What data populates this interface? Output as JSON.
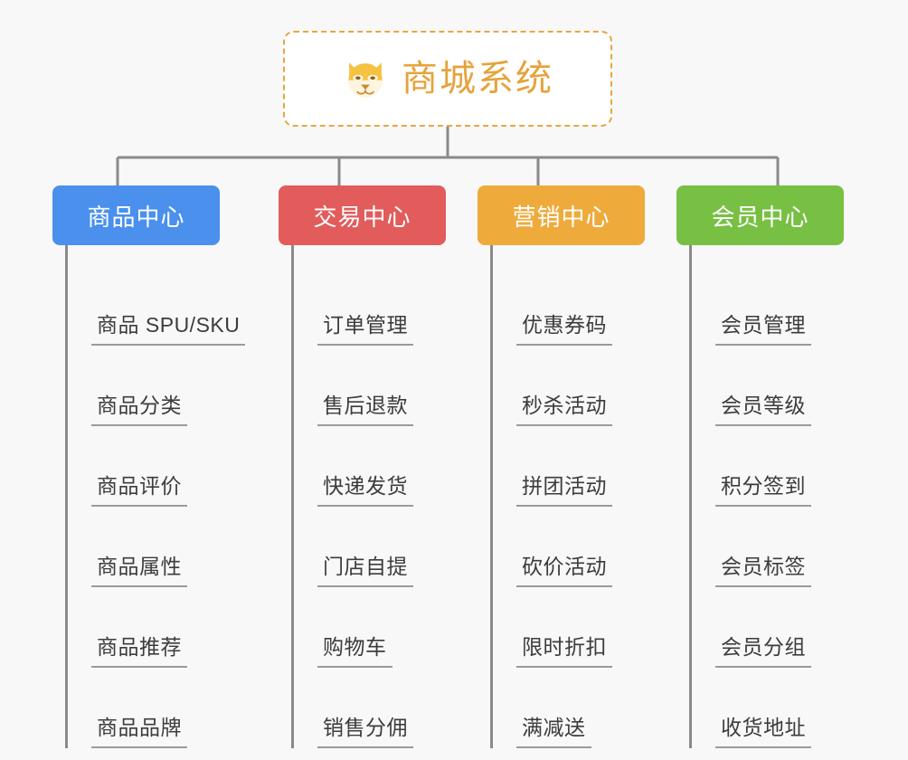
{
  "root": {
    "title": "商城系统",
    "icon": "shiba-dog-emoji",
    "border_color": "#e8a63f",
    "text_color": "#e5a33c",
    "background": "#ffffff"
  },
  "canvas": {
    "background": "#f8f8f8",
    "connector_color": "#8a8a8a"
  },
  "branches": [
    {
      "label": "商品中心",
      "color": "#4a90ec",
      "leaves": [
        "商品 SPU/SKU",
        "商品分类",
        "商品评价",
        "商品属性",
        "商品推荐",
        "商品品牌"
      ]
    },
    {
      "label": "交易中心",
      "color": "#e25c5c",
      "leaves": [
        "订单管理",
        "售后退款",
        "快递发货",
        "门店自提",
        "购物车",
        "销售分佣"
      ]
    },
    {
      "label": "营销中心",
      "color": "#eeab3c",
      "leaves": [
        "优惠券码",
        "秒杀活动",
        "拼团活动",
        "砍价活动",
        "限时折扣",
        "满减送"
      ]
    },
    {
      "label": "会员中心",
      "color": "#78c044",
      "leaves": [
        "会员管理",
        "会员等级",
        "积分签到",
        "会员标签",
        "会员分组",
        "收货地址"
      ]
    }
  ]
}
